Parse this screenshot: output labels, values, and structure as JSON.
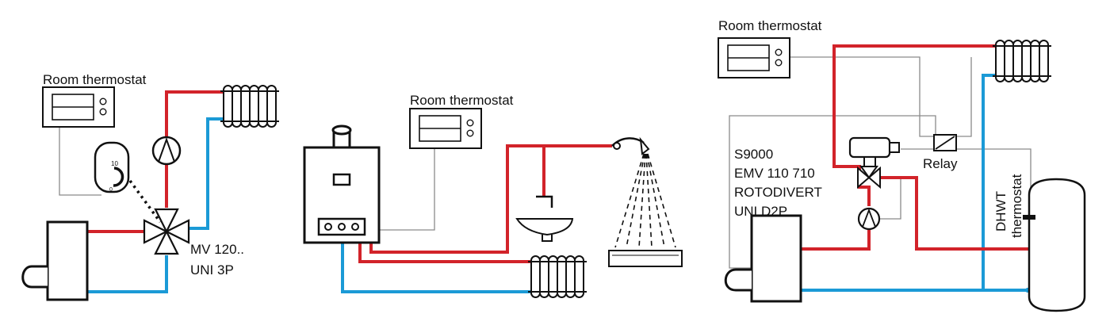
{
  "colors": {
    "hot": "#d2232a",
    "cold": "#1b9ad6",
    "outline": "#111111",
    "wire": "#8a8a8a"
  },
  "diagrams": [
    {
      "id": "mixing-valve",
      "thermostat_label": "Room thermostat",
      "dial_numbers": [
        "10",
        "0"
      ],
      "valve_labels": [
        "MV 120..",
        "UNI 3P"
      ]
    },
    {
      "id": "combi-boiler",
      "thermostat_label": "Room thermostat"
    },
    {
      "id": "diverter-valve",
      "thermostat_label": "Room thermostat",
      "valve_labels": [
        "S9000",
        "EMV 110 710",
        "ROTODIVERT",
        "UNI D2P"
      ],
      "relay_label": "Relay",
      "dhwt_labels": [
        "DHWT",
        "thermostat"
      ]
    }
  ]
}
